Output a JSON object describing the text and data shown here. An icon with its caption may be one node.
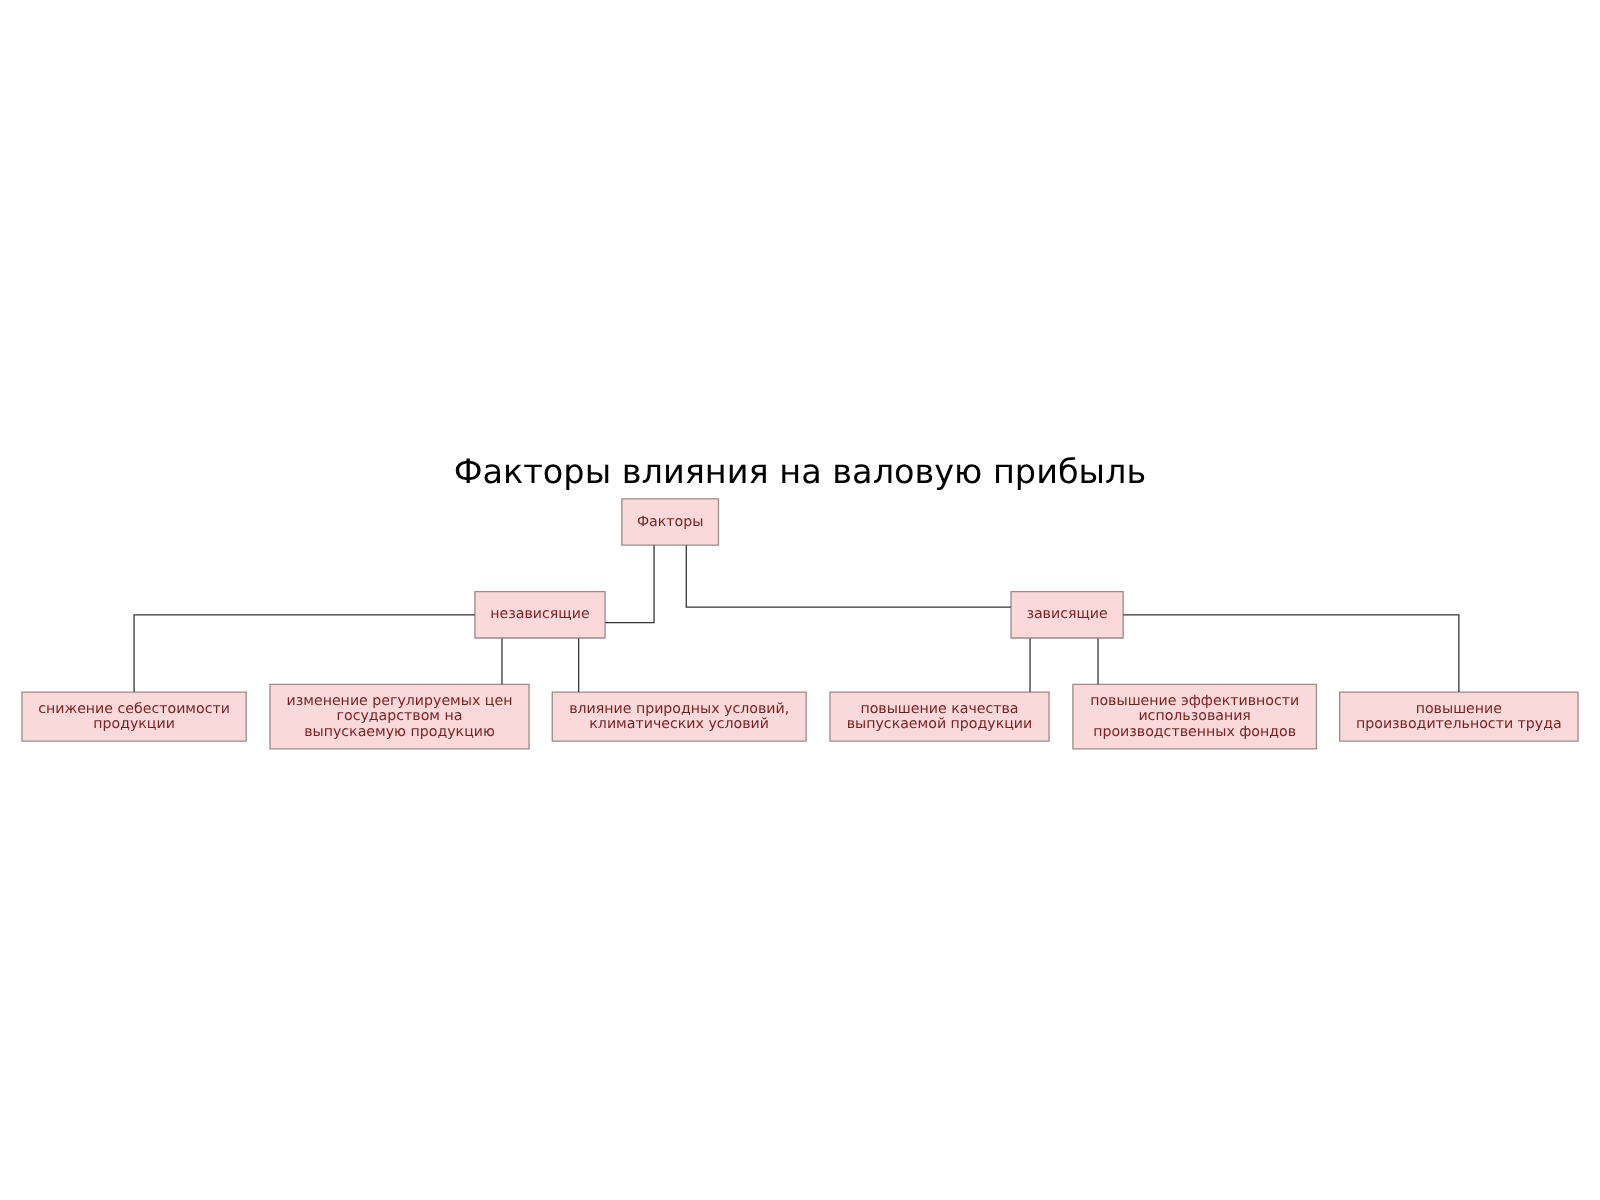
{
  "diagram": {
    "title": "Факторы влияния на валовую прибыль",
    "nodes": [
      {
        "text": [
          "Факторы"
        ]
      },
      {
        "text": [
          "независящие"
        ]
      },
      {
        "text": [
          "зависящие"
        ]
      },
      {
        "text": [
          "снижение себестоимости продукции"
        ]
      },
      {
        "text": [
          "изменение регулируемых цен государством на выпускаемую продукцию"
        ]
      },
      {
        "text": [
          "влияние природных условий, климатических условий"
        ]
      },
      {
        "text": [
          "повышение качества выпускаемой продукции"
        ]
      },
      {
        "text": [
          "повышение эффективности использования производственных фондов"
        ]
      },
      {
        "text": [
          "повышение производительности труда"
        ]
      }
    ],
    "edges": [
      {
        "from": 0,
        "to": 1,
        "arrow": "none"
      },
      {
        "from": 0,
        "to": 2,
        "arrow": "none"
      },
      {
        "from": 1,
        "to": 3,
        "arrow": "none"
      },
      {
        "from": 1,
        "to": 4,
        "arrow": "none"
      },
      {
        "from": 1,
        "to": 5,
        "arrow": "none"
      },
      {
        "from": 2,
        "to": 6,
        "arrow": "none"
      },
      {
        "from": 2,
        "to": 7,
        "arrow": "none"
      },
      {
        "from": 2,
        "to": 8,
        "arrow": "none"
      }
    ]
  }
}
